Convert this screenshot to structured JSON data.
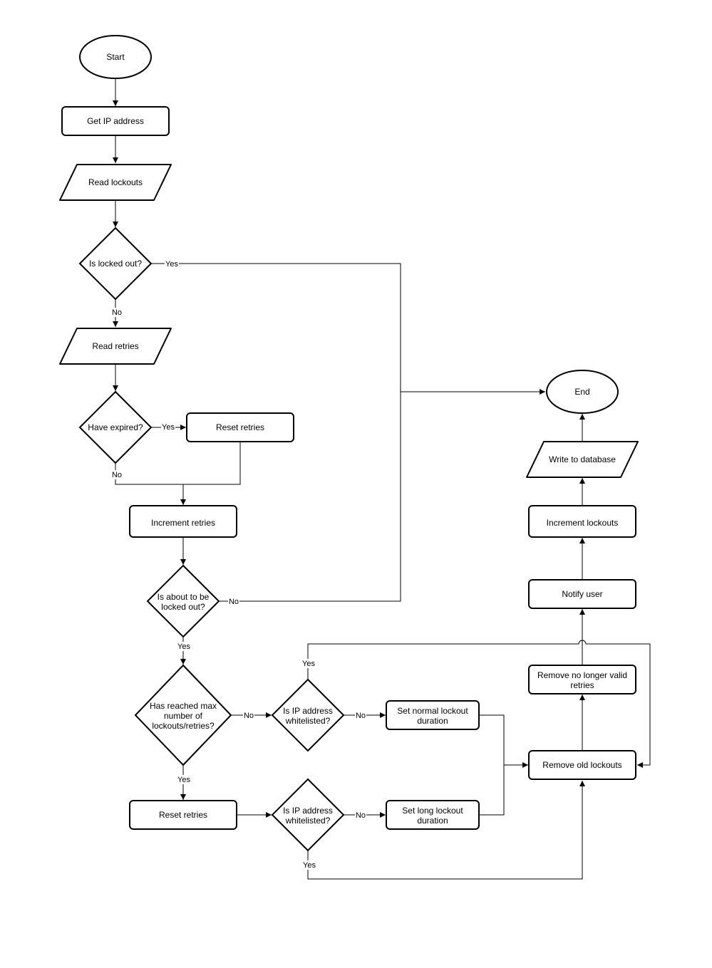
{
  "nodes": {
    "start": "Start",
    "get_ip": "Get IP address",
    "read_lockouts": "Read lockouts",
    "is_locked_out": "Is locked out?",
    "read_retries": "Read retries",
    "have_expired": "Have expired?",
    "reset_retries_1": "Reset retries",
    "increment_retries": "Increment retries",
    "about_to_lock": [
      "Is about to be",
      "locked out?"
    ],
    "reached_max": [
      "Has reached max",
      "number of",
      "lockouts/retries?"
    ],
    "whitelist_1": [
      "Is IP address",
      "whitelisted?"
    ],
    "reset_retries_2": "Reset retries",
    "whitelist_2": [
      "Is IP address",
      "whitelisted?"
    ],
    "normal_duration": [
      "Set normal lockout",
      "duration"
    ],
    "long_duration": [
      "Set long lockout",
      "duration"
    ],
    "remove_old": "Remove old lockouts",
    "remove_invalid": [
      "Remove no longer valid",
      "retries"
    ],
    "notify": "Notify user",
    "increment_lockouts": "Increment lockouts",
    "write_db": "Write to database",
    "end": "End"
  },
  "edge_labels": {
    "yes": "Yes",
    "no": "No"
  }
}
